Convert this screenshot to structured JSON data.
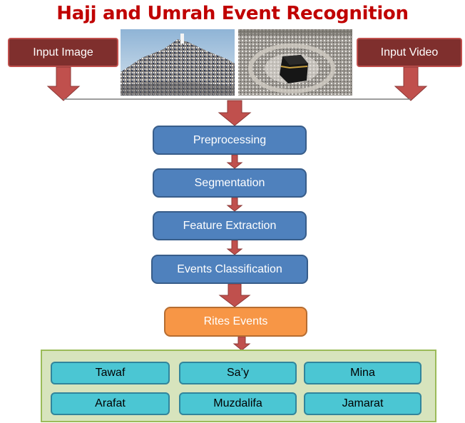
{
  "title": "Hajj and Umrah Event Recognition",
  "colors": {
    "title": "#c00000",
    "input_box": "#7f2f2d",
    "step_box": "#4f81bd",
    "result_box": "#f79646",
    "panel": "#d7e4bd",
    "rite_box": "#4bc6d3",
    "arrow_fill": "#c0504d",
    "arrow_stroke": "#8c3836"
  },
  "inputs": {
    "image_label": "Input Image",
    "video_label": "Input Video"
  },
  "photos": [
    {
      "name": "mount-arafat-crowd-photo",
      "subject": "pilgrims crowd on mountain"
    },
    {
      "name": "kaaba-tawaf-photo",
      "subject": "Kaaba surrounded by pilgrims"
    }
  ],
  "steps": [
    "Preprocessing",
    "Segmentation",
    "Feature Extraction",
    "Events Classification"
  ],
  "result": "Rites Events",
  "rites": [
    "Tawaf",
    "Sa’y",
    "Mina",
    "Arafat",
    "Muzdalifa",
    "Jamarat"
  ]
}
